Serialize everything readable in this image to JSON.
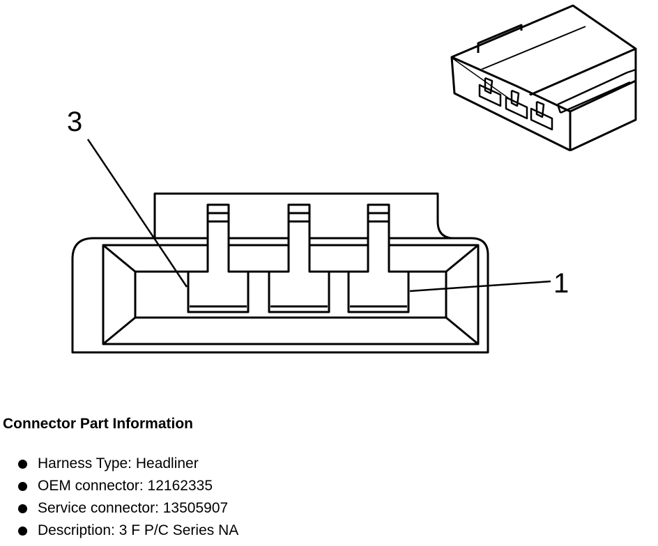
{
  "callouts": {
    "pin_left": "3",
    "pin_right": "1"
  },
  "info": {
    "heading": "Connector Part Information",
    "items": [
      "Harness Type: Headliner",
      "OEM connector: 12162335",
      "Service connector: 13505907",
      "Description: 3 F P/C Series NA"
    ]
  }
}
